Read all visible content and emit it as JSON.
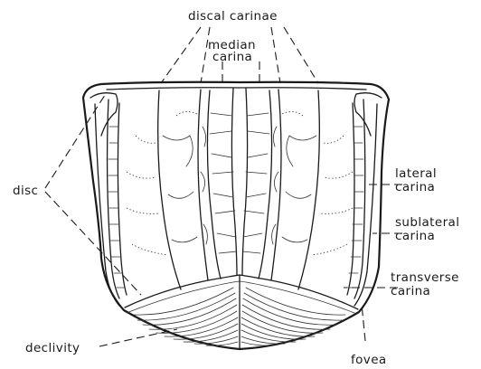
{
  "labels": {
    "discal_carinae": "discal carinae",
    "median_carina_1": "median",
    "median_carina_2": "carina",
    "lateral_carina_1": "lateral",
    "lateral_carina_2": "carina",
    "sublateral_carina_1": "sublateral",
    "sublateral_carina_2": "carina",
    "transverse_carina_1": "transverse",
    "transverse_carina_2": "carina",
    "disc": "disc",
    "declivity": "declivity",
    "fovea": "fovea"
  }
}
